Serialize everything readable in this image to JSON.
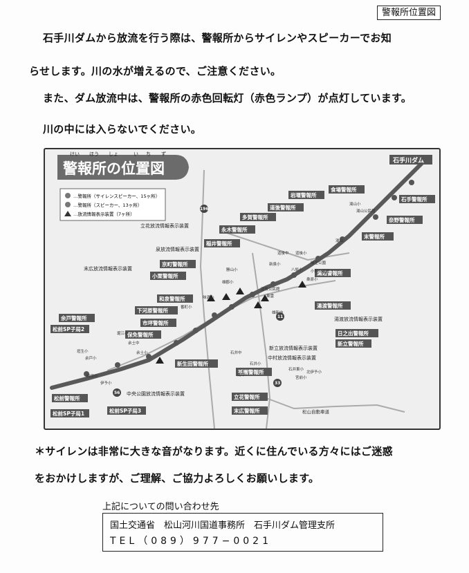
{
  "header_tag": "警報所位置図",
  "intro": {
    "line1": "石手川ダムから放流を行う際は、警報所からサイレンやスピーカーでお知",
    "line2": "らせします。川の水が増えるので、ご注意ください。",
    "line3": "また、ダム放流中は、警報所の赤色回転灯（赤色ランプ）が点灯しています。",
    "line4": "川の中には入らないでください。"
  },
  "map": {
    "title": "警報所の位置図",
    "furigana": [
      "けい",
      "ほう",
      "しょ",
      "い",
      "ち",
      "ず"
    ],
    "legend": [
      "…警報所（サイレンスピーカー、15ヶ所）",
      "…警報所（スピーカー、13ヶ所）",
      "…放流情報表示装置（7ヶ所）"
    ],
    "dam_label": "石手川ダム",
    "stations": [
      "石手警報所",
      "奈野警報所",
      "末警報所",
      "食場警報所",
      "岩堰警報所",
      "溝辺警報所",
      "道後警報所",
      "多賀警報所",
      "永木警報所",
      "稲井警報所",
      "京町警報所",
      "小栗警報所",
      "和泉警報所",
      "下河原警報所",
      "市坪警報所",
      "保免警報所",
      "余戸警報所",
      "松前SP子局2",
      "新生田警報所",
      "湯渡警報所",
      "日之出警報所",
      "新立警報所",
      "祇園警報所",
      "立花警報所",
      "末広警報所",
      "松前警報所",
      "松前SP子局1",
      "松前SP子局3"
    ],
    "displays": [
      "立花放流情報表示装置",
      "泉放流情報表示装置",
      "末広放流情報表示装置",
      "湯渡放流情報表示装置",
      "新立放流情報表示装置",
      "中村放流情報表示装置",
      "中央公園放流情報表示装置"
    ],
    "places": [
      "湯山小",
      "湯山公民館",
      "湯山",
      "道後中",
      "道後小",
      "味生公園",
      "小野公民館",
      "桑原小",
      "八坂小",
      "新泉小",
      "道後公民館",
      "東雲",
      "勝山小",
      "雄郡小",
      "雄新中",
      "味酒小",
      "番町小",
      "南中",
      "石井中",
      "石井東小",
      "石井小",
      "余土中",
      "余土小",
      "垣生小",
      "余戸小",
      "岡田中",
      "伊予小",
      "北伊予小",
      "宮前小",
      "堀江小"
    ],
    "routes": [
      "196",
      "56",
      "11",
      "33",
      "松山自動車道"
    ]
  },
  "notice": {
    "line1": "＊サイレンは非常に大きな音がなります。近くに住んでいる方々にはご迷惑",
    "line2": "をおかけしますが、ご理解、ご協力よろしくお願いします。"
  },
  "contact": {
    "heading": "上記についての問い合わせ先",
    "office": "国土交通省　松山河川国道事務所　石手川ダム管理支所",
    "tel": "TEL（089）977−0021"
  }
}
